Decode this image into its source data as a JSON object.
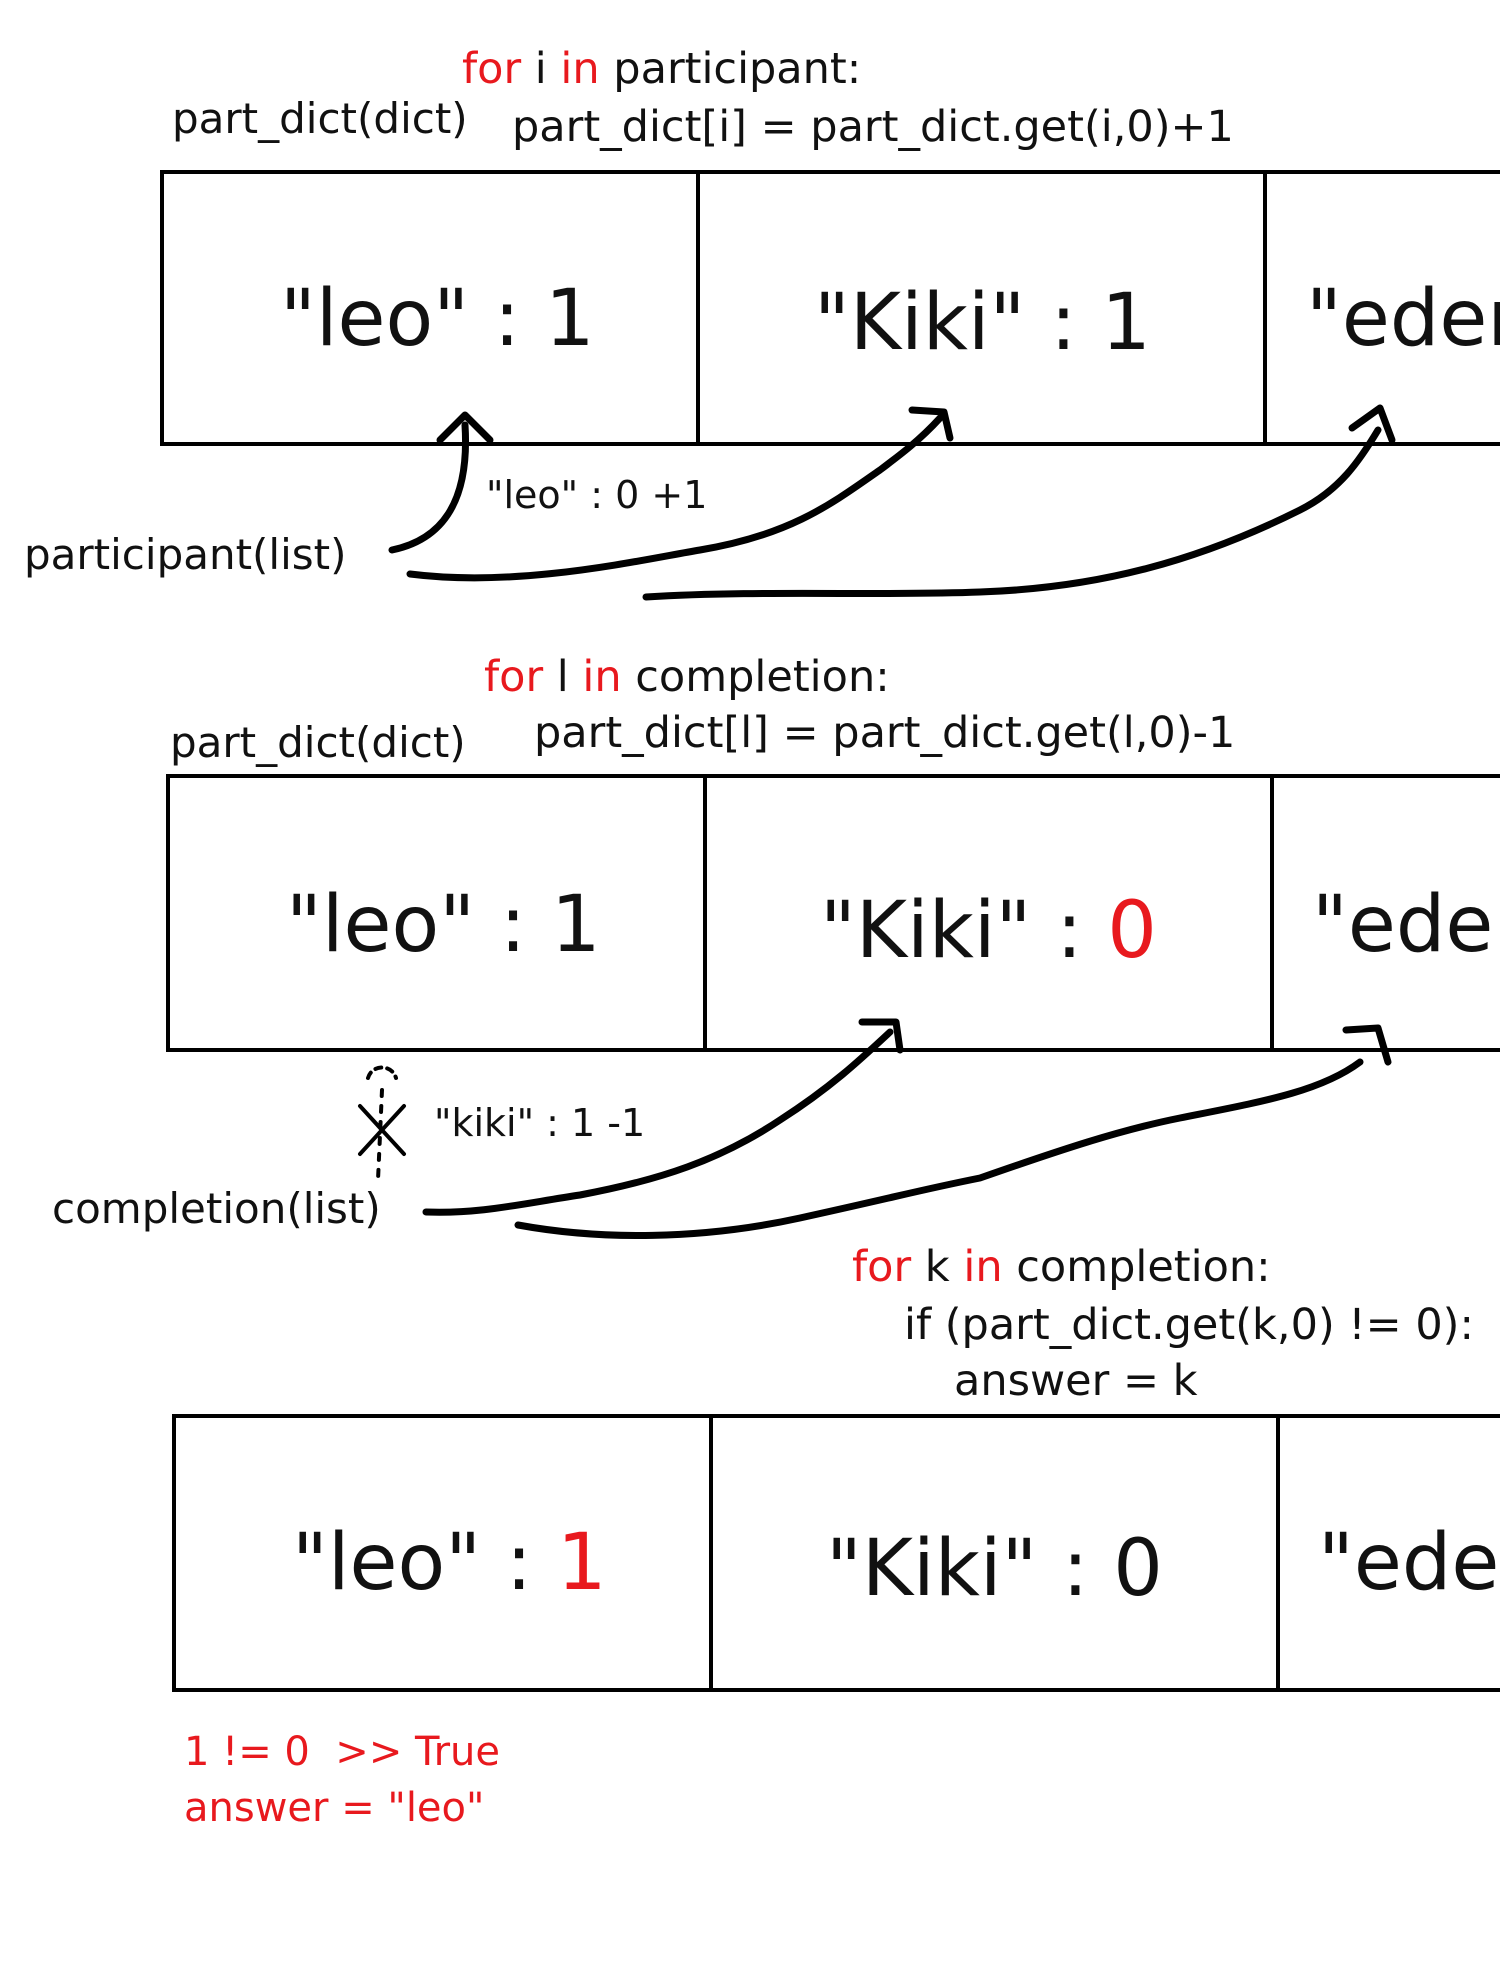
{
  "section1": {
    "code": {
      "line1": {
        "kw_for": "for",
        "var": " i ",
        "kw_in": "in",
        "rest": " participant:"
      },
      "line2": "part_dict[i] = part_dict.get(i,0)+1"
    },
    "dict_label": "part_dict(dict)",
    "cells": [
      {
        "text": "\"leo\" : 1"
      },
      {
        "text": "\"Kiki\" : 1"
      },
      {
        "text": "\"eder"
      }
    ],
    "list_label": "participant(list)",
    "note": "\"leo\" : 0 +1"
  },
  "section2": {
    "code": {
      "line1": {
        "kw_for": "for",
        "var": " l ",
        "kw_in": "in",
        "rest": " completion:"
      },
      "line2": "part_dict[l] = part_dict.get(l,0)-1"
    },
    "dict_label": "part_dict(dict)",
    "cells": [
      {
        "key": "\"leo\" : ",
        "value": "1"
      },
      {
        "key": "\"Kiki\" : ",
        "value": "0"
      },
      {
        "key": "\"eder",
        "value": ""
      }
    ],
    "list_label": "completion(list)",
    "note": "\"kiki\" : 1 -1"
  },
  "section3": {
    "code": {
      "line1": {
        "kw_for": "for",
        "var": " k ",
        "kw_in": "in",
        "rest": " completion:"
      },
      "line2": "if (part_dict.get(k,0) != 0):",
      "line3": "answer = k"
    },
    "cells": [
      {
        "key": "\"leo\" : ",
        "value": "1"
      },
      {
        "key": "\"Kiki\" : ",
        "value": "0"
      },
      {
        "key": "\"eder",
        "value": ""
      }
    ],
    "result": {
      "line1": "1 != 0  >> True",
      "line2": "answer = \"leo\""
    }
  },
  "colors": {
    "keyword": "#e8191e",
    "ink": "#000000"
  }
}
